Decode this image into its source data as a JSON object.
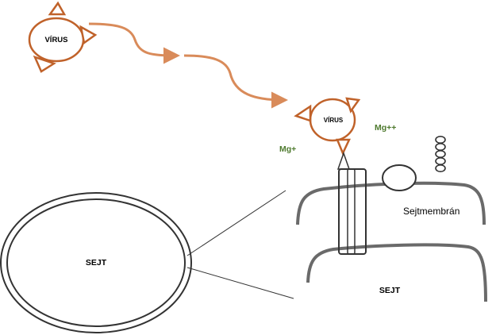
{
  "labels": {
    "virus_large": "VÍRUS",
    "virus_small": "VÍRUS",
    "mg_single": "Mg+",
    "mg_double": "Mg++",
    "membrane": "Sejtmembrán",
    "cell_left": "SEJT",
    "cell_right": "SEJT"
  },
  "colors": {
    "virus": "#c0622a",
    "arrow": "#d98b5a",
    "ion": "#4e7a2e",
    "membrane": "#555555",
    "outline": "#333333",
    "text": "#000000"
  }
}
